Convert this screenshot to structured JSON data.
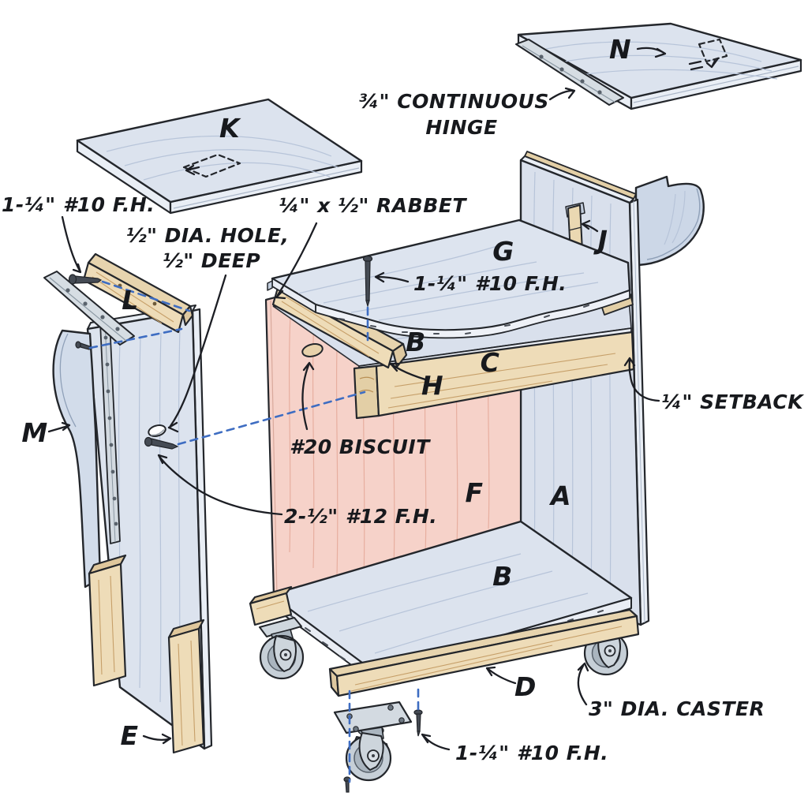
{
  "diagram": {
    "annotations": {
      "continuous_hinge_l1": "¾\" CONTINUOUS",
      "continuous_hinge_l2": "HINGE",
      "screw_top_left": "1-¼\" #10 F.H.",
      "dia_hole_l1": "½\" DIA. HOLE,",
      "dia_hole_l2": "½\" DEEP",
      "rabbet": "¼\" x ½\" RABBET",
      "screw_shelf": "1-¼\" #10 F.H.",
      "setback": "¼\" SETBACK",
      "biscuit": "#20 BISCUIT",
      "screw_side_panel": "2-½\" #12 F.H.",
      "caster_dia": "3\" DIA. CASTER",
      "screw_caster": "1-¼\" #10 F.H."
    },
    "parts": {
      "a": "A",
      "b_middle": "B",
      "b_bottom": "B",
      "c": "C",
      "d": "D",
      "e": "E",
      "f": "F",
      "g": "G",
      "h": "H",
      "j": "J",
      "k": "K",
      "l": "L",
      "m": "M",
      "n": "N"
    },
    "colors": {
      "background": "#ffffff",
      "panel_blue": "#dce3ee",
      "panel_blue_edge": "#e9eef5",
      "wood": "#eedcb8",
      "wood_dark": "#dec8a0",
      "back_panel_pink": "#f6d2c9",
      "metal": "#d6dde3",
      "metal_dark": "#aab5bf",
      "outline": "#23262b",
      "alignment_dash_blue": "#3e6dc2"
    }
  }
}
